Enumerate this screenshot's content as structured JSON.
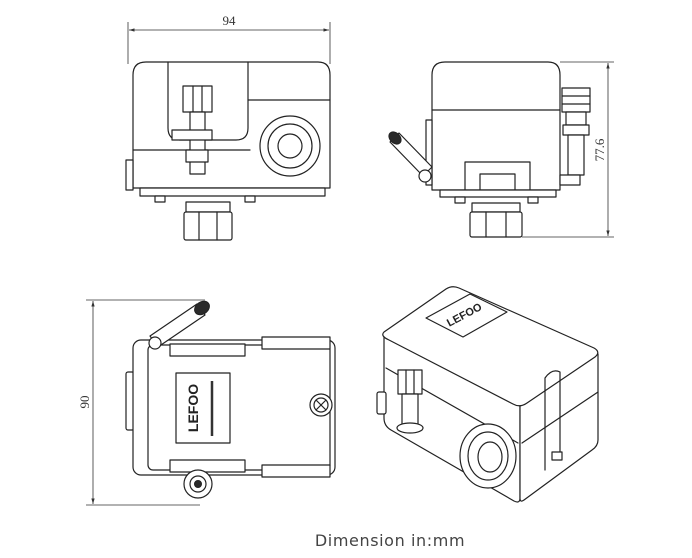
{
  "dimensions": {
    "width": "94",
    "height": "77.6",
    "depth": "90"
  },
  "brand": {
    "logo_text": "LEFOO"
  },
  "caption": "Dimension in:mm"
}
